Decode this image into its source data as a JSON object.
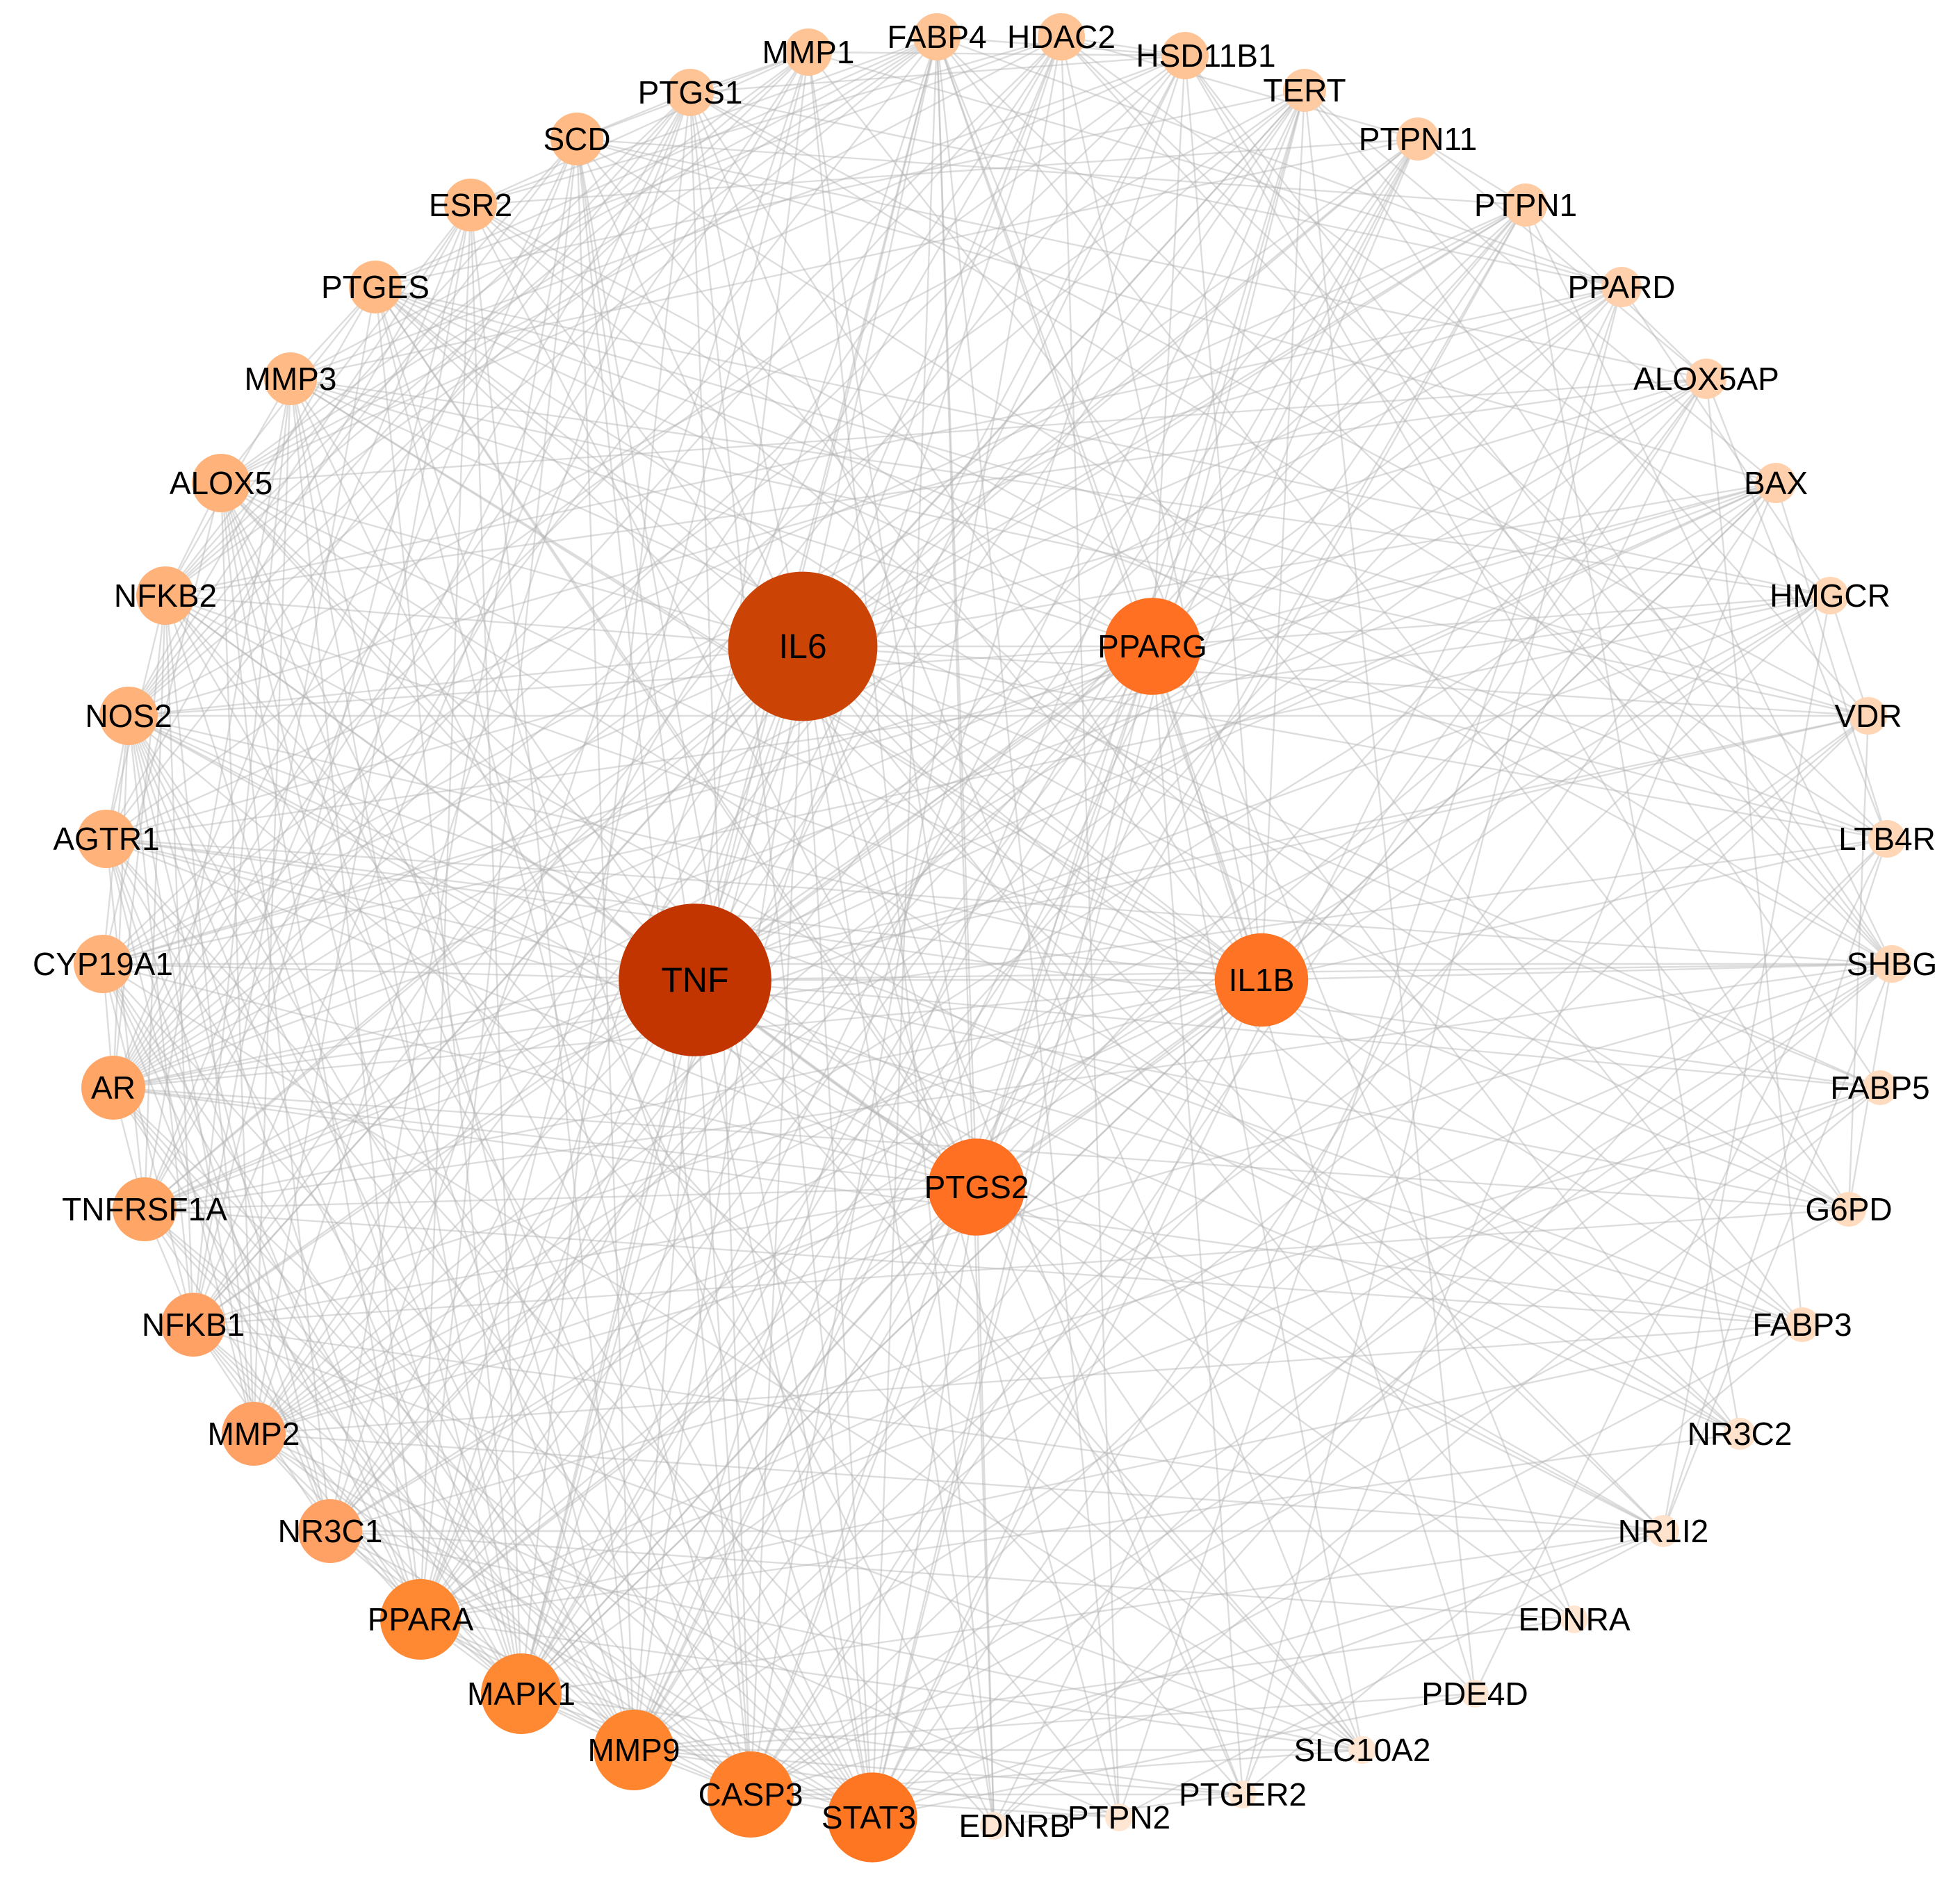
{
  "nodes": [
    {
      "id": "TNF",
      "label": "TNF",
      "degree": 58,
      "color": "#C23500"
    },
    {
      "id": "IL6",
      "label": "IL6",
      "degree": 54,
      "color": "#CC4405"
    },
    {
      "id": "PPARG",
      "label": "PPARG",
      "degree": 36,
      "color": "#FF7022"
    },
    {
      "id": "IL1B",
      "label": "IL1B",
      "degree": 34,
      "color": "#FF7324"
    },
    {
      "id": "PTGS2",
      "label": "PTGS2",
      "degree": 36,
      "color": "#FF7022"
    },
    {
      "id": "STAT3",
      "label": "STAT3",
      "degree": 32,
      "color": "#FF7622"
    },
    {
      "id": "CASP3",
      "label": "CASP3",
      "degree": 30,
      "color": "#FF7F2A"
    },
    {
      "id": "MMP9",
      "label": "MMP9",
      "degree": 27,
      "color": "#FF862F"
    },
    {
      "id": "MAPK1",
      "label": "MAPK1",
      "degree": 27,
      "color": "#FF8833"
    },
    {
      "id": "PPARA",
      "label": "PPARA",
      "degree": 27,
      "color": "#FF8833"
    },
    {
      "id": "NR3C1",
      "label": "NR3C1",
      "degree": 19,
      "color": "#FFA165"
    },
    {
      "id": "MMP2",
      "label": "MMP2",
      "degree": 19,
      "color": "#FFA165"
    },
    {
      "id": "NFKB1",
      "label": "NFKB1",
      "degree": 19,
      "color": "#FFA165"
    },
    {
      "id": "TNFRSF1A",
      "label": "TNFRSF1A",
      "degree": 19,
      "color": "#FFA667"
    },
    {
      "id": "AR",
      "label": "AR",
      "degree": 19,
      "color": "#FFA667"
    },
    {
      "id": "CYP19A1",
      "label": "CYP19A1",
      "degree": 16,
      "color": "#FFB27A"
    },
    {
      "id": "AGTR1",
      "label": "AGTR1",
      "degree": 16,
      "color": "#FFB27A"
    },
    {
      "id": "NOS2",
      "label": "NOS2",
      "degree": 16,
      "color": "#FFB27A"
    },
    {
      "id": "NFKB2",
      "label": "NFKB2",
      "degree": 16,
      "color": "#FFB27A"
    },
    {
      "id": "ALOX5",
      "label": "ALOX5",
      "degree": 16,
      "color": "#FFB27A"
    },
    {
      "id": "MMP3",
      "label": "MMP3",
      "degree": 14,
      "color": "#FFBA85"
    },
    {
      "id": "PTGES",
      "label": "PTGES",
      "degree": 14,
      "color": "#FFBA85"
    },
    {
      "id": "ESR2",
      "label": "ESR2",
      "degree": 14,
      "color": "#FFBA85"
    },
    {
      "id": "SCD",
      "label": "SCD",
      "degree": 14,
      "color": "#FFBA85"
    },
    {
      "id": "PTGS1",
      "label": "PTGS1",
      "degree": 12,
      "color": "#FFC496"
    },
    {
      "id": "MMP1",
      "label": "MMP1",
      "degree": 12,
      "color": "#FFC496"
    },
    {
      "id": "FABP4",
      "label": "FABP4",
      "degree": 12,
      "color": "#FFC496"
    },
    {
      "id": "HDAC2",
      "label": "HDAC2",
      "degree": 12,
      "color": "#FFC496"
    },
    {
      "id": "HSD11B1",
      "label": "HSD11B1",
      "degree": 12,
      "color": "#FFC496"
    },
    {
      "id": "TERT",
      "label": "TERT",
      "degree": 10,
      "color": "#FFCBA3"
    },
    {
      "id": "PTPN11",
      "label": "PTPN11",
      "degree": 10,
      "color": "#FFCBA3"
    },
    {
      "id": "PTPN1",
      "label": "PTPN1",
      "degree": 10,
      "color": "#FFCBA3"
    },
    {
      "id": "PPARD",
      "label": "PPARD",
      "degree": 9,
      "color": "#FFD0AB"
    },
    {
      "id": "ALOX5AP",
      "label": "ALOX5AP",
      "degree": 9,
      "color": "#FFD0AB"
    },
    {
      "id": "BAX",
      "label": "BAX",
      "degree": 9,
      "color": "#FFD0AB"
    },
    {
      "id": "HMGCR",
      "label": "HMGCR",
      "degree": 8,
      "color": "#FFD6B6"
    },
    {
      "id": "VDR",
      "label": "VDR",
      "degree": 8,
      "color": "#FFD6B6"
    },
    {
      "id": "LTB4R",
      "label": "LTB4R",
      "degree": 8,
      "color": "#FFD6B6"
    },
    {
      "id": "SHBG",
      "label": "SHBG",
      "degree": 8,
      "color": "#FFD6B6"
    },
    {
      "id": "FABP5",
      "label": "FABP5",
      "degree": 7,
      "color": "#FFDCC0"
    },
    {
      "id": "G6PD",
      "label": "G6PD",
      "degree": 7,
      "color": "#FFDCC0"
    },
    {
      "id": "FABP3",
      "label": "FABP3",
      "degree": 7,
      "color": "#FFDCC0"
    },
    {
      "id": "NR3C2",
      "label": "NR3C2",
      "degree": 6,
      "color": "#FFE2CB"
    },
    {
      "id": "NR1I2",
      "label": "NR1I2",
      "degree": 6,
      "color": "#FFE2CB"
    },
    {
      "id": "EDNRA",
      "label": "EDNRA",
      "degree": 5,
      "color": "#FFE6D3"
    },
    {
      "id": "PDE4D",
      "label": "PDE4D",
      "degree": 5,
      "color": "#FFE6D3"
    },
    {
      "id": "SLC10A2",
      "label": "SLC10A2",
      "degree": 5,
      "color": "#FFE6D3"
    },
    {
      "id": "PTGER2",
      "label": "PTGER2",
      "degree": 5,
      "color": "#FFE6D3"
    },
    {
      "id": "PTPN2",
      "label": "PTPN2",
      "degree": 5,
      "color": "#FFE6D3"
    },
    {
      "id": "EDNRB",
      "label": "EDNRB",
      "degree": 5,
      "color": "#FFE6D3"
    }
  ],
  "edge_color": "#b4b4b4"
}
